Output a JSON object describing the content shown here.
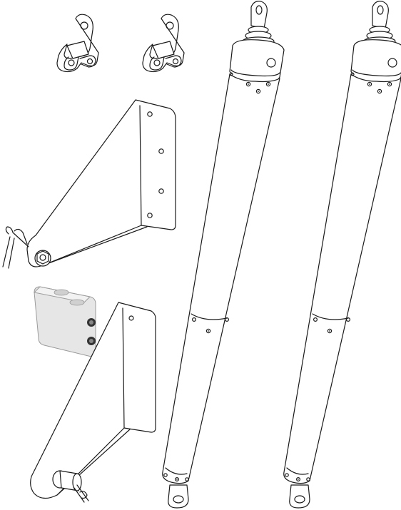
{
  "image": {
    "kind": "technical line drawing of a linear actuator mounting kit",
    "background_color": "#ffffff",
    "line_color": "#1a1a1a",
    "junction_box_color": "#e6e6e6"
  },
  "parts": {
    "clevis_bracket_count": 2,
    "mounting_plate_count": 2,
    "actuator_count": 2,
    "junction_box_count": 1
  }
}
